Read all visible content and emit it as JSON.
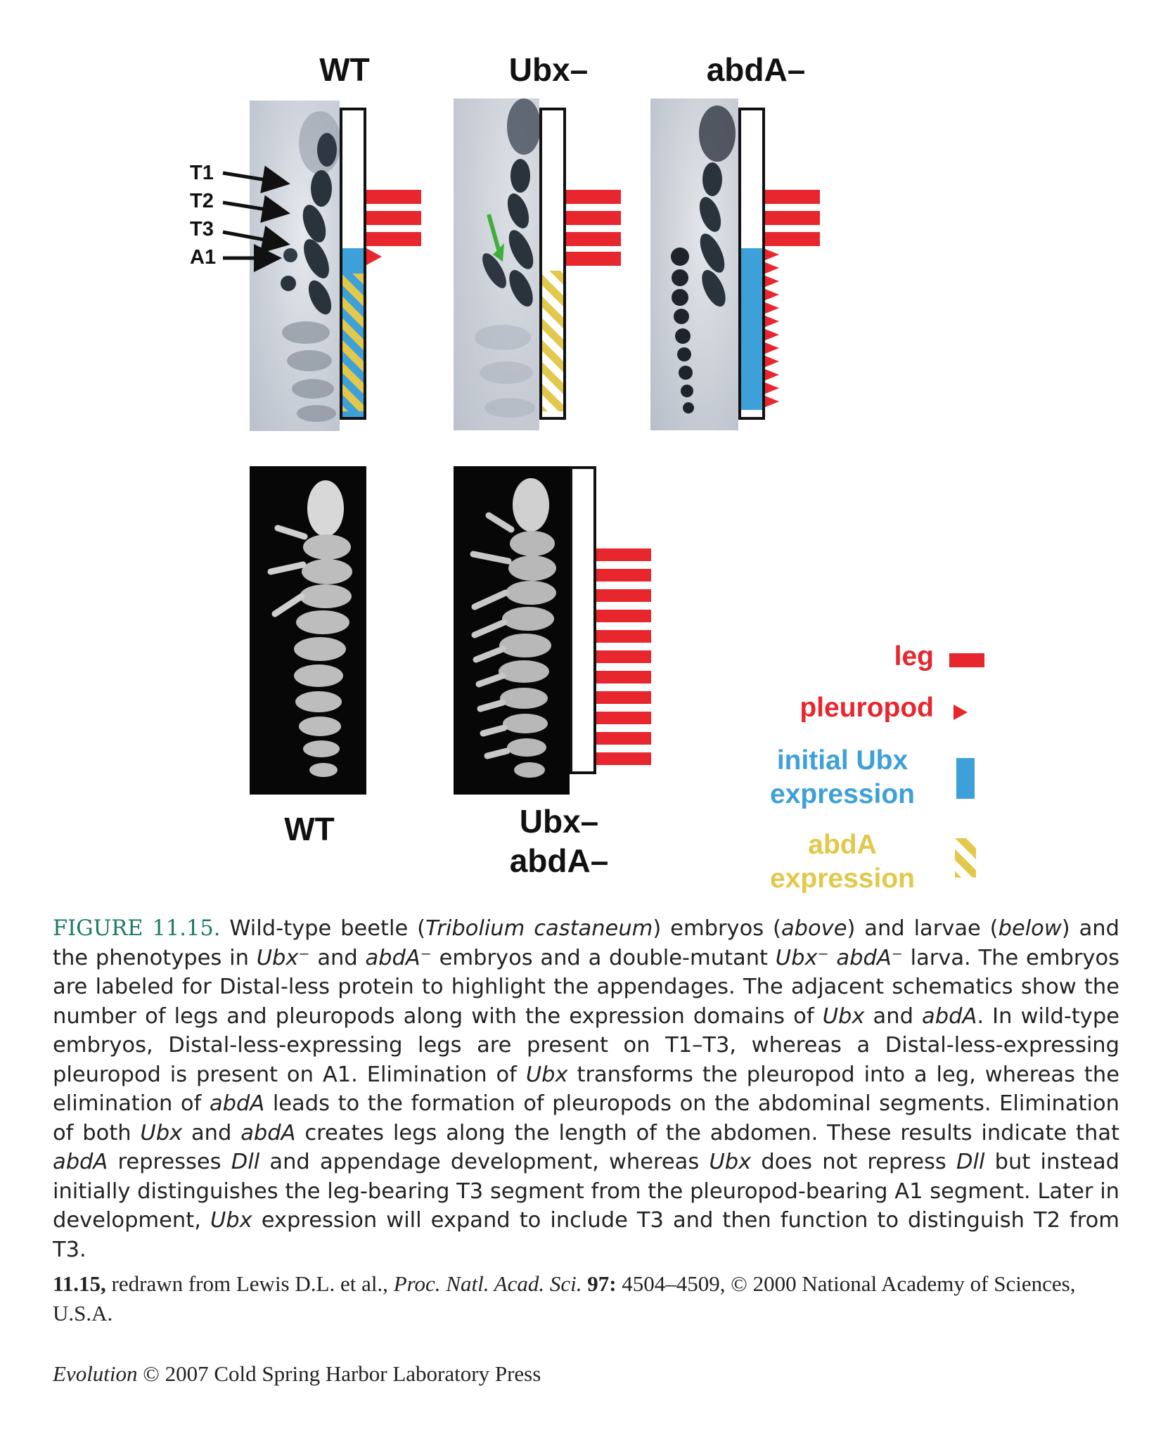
{
  "top_panels": {
    "wt_label": "WT",
    "ubx_label": "Ubx–",
    "abda_label": "abdA–"
  },
  "segments": [
    "T1",
    "T2",
    "T3",
    "A1"
  ],
  "bottom_panels": {
    "wt_label": "WT",
    "double_label_line1": "Ubx–",
    "double_label_line2": "abdA–"
  },
  "legend": {
    "leg": "leg",
    "pleuropod": "pleuropod",
    "ubx_line1": "initial Ubx",
    "ubx_line2": "expression",
    "abda_line1": "abdA",
    "abda_line2": "expression"
  },
  "colors": {
    "leg_red": "#e8262d",
    "ubx_blue": "#3ea0d8",
    "abda_yellow": "#e2c84b",
    "figure_green": "#1c7a64"
  },
  "caption": {
    "figure_number": "FIGURE 11.15.",
    "parts": [
      {
        "t": " Wild-type beetle (",
        "i": false
      },
      {
        "t": "Tribolium castaneum",
        "i": true
      },
      {
        "t": ") embryos (",
        "i": false
      },
      {
        "t": "above",
        "i": true
      },
      {
        "t": ") and larvae (",
        "i": false
      },
      {
        "t": "below",
        "i": true
      },
      {
        "t": ") and the phenotypes in ",
        "i": false
      },
      {
        "t": "Ubx",
        "i": true
      },
      {
        "t": "⁻",
        "i": false
      },
      {
        "t": " and ",
        "i": false
      },
      {
        "t": "abdA",
        "i": true
      },
      {
        "t": "⁻",
        "i": false
      },
      {
        "t": " embryos and a double-mutant ",
        "i": false
      },
      {
        "t": "Ubx",
        "i": true
      },
      {
        "t": "⁻",
        "i": false
      },
      {
        "t": " ",
        "i": false
      },
      {
        "t": "abdA",
        "i": true
      },
      {
        "t": "⁻",
        "i": false
      },
      {
        "t": " larva. The embryos are labeled for Distal-less protein to highlight the appendages. The adjacent schematics show the number of legs and pleuropods along with the expression domains of ",
        "i": false
      },
      {
        "t": "Ubx",
        "i": true
      },
      {
        "t": " and ",
        "i": false
      },
      {
        "t": "abdA",
        "i": true
      },
      {
        "t": ". In wild-type embryos, Distal-less-expressing legs are present on T1–T3, whereas a Distal-less-expressing pleuropod is present on A1. Elimination of ",
        "i": false
      },
      {
        "t": "Ubx",
        "i": true
      },
      {
        "t": " transforms the pleuropod into a leg, whereas the elimination of ",
        "i": false
      },
      {
        "t": "abdA",
        "i": true
      },
      {
        "t": " leads to the formation of pleuropods on the abdominal segments. Elimination of both ",
        "i": false
      },
      {
        "t": "Ubx",
        "i": true
      },
      {
        "t": " and ",
        "i": false
      },
      {
        "t": "abdA",
        "i": true
      },
      {
        "t": " creates legs along the length of the abdomen. These results indicate that ",
        "i": false
      },
      {
        "t": "abdA",
        "i": true
      },
      {
        "t": " represses ",
        "i": false
      },
      {
        "t": "Dll",
        "i": true
      },
      {
        "t": " and appendage development, whereas ",
        "i": false
      },
      {
        "t": "Ubx",
        "i": true
      },
      {
        "t": " does not repress ",
        "i": false
      },
      {
        "t": "Dll",
        "i": true
      },
      {
        "t": " but instead initially distinguishes the leg-bearing T3 segment from the pleuropod-bearing A1 segment. Later in development, ",
        "i": false
      },
      {
        "t": "Ubx",
        "i": true
      },
      {
        "t": " expression will expand to include T3 and then function to distinguish T2 from T3.",
        "i": false
      }
    ]
  },
  "credit": {
    "number": "11.15,",
    "text1": " redrawn from Lewis D.L. et al., ",
    "journal": "Proc. Natl. Acad. Sci.",
    "volume": " 97:",
    "text2": " 4504–4509, © 2000 National Academy of Sciences, U.S.A."
  },
  "footer": {
    "book": "Evolution",
    "text": " © 2007 Cold Spring Harbor Laboratory Press"
  }
}
